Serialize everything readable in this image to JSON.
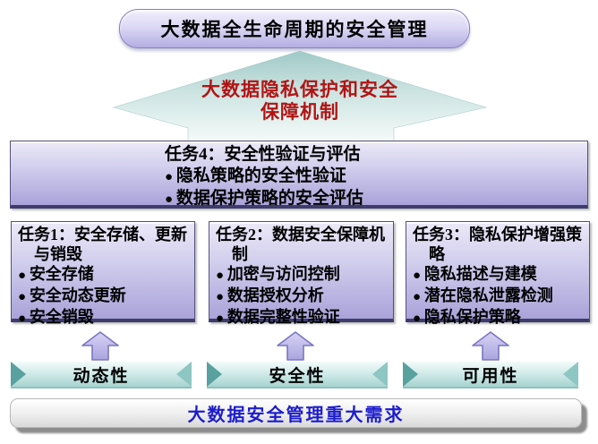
{
  "diagram": {
    "top_box": {
      "label": "大数据全生命周期的安全管理"
    },
    "big_arrow": {
      "line1": "大数据隐私保护和安全",
      "line2": "保障机制"
    },
    "task4": {
      "title": "任务4：安全性验证与评估",
      "bullets": [
        "隐私策略的安全性验证",
        "数据保护策略的安全评估"
      ]
    },
    "tasks": [
      {
        "title": "任务1：安全存储、更新与销毁",
        "bullets": [
          "安全存储",
          "安全动态更新",
          "安全销毁"
        ]
      },
      {
        "title": "任务2：数据安全保障机制",
        "bullets": [
          "加密与访问控制",
          "数据授权分析",
          "数据完整性验证"
        ]
      },
      {
        "title": "任务3：隐私保护增强策略",
        "bullets": [
          "隐私描述与建模",
          "潜在隐私泄露检测",
          "隐私保护策略"
        ]
      }
    ],
    "needs": [
      {
        "label": "动态性"
      },
      {
        "label": "安全性"
      },
      {
        "label": "可用性"
      }
    ],
    "bottom_bar": {
      "label": "大数据安全管理重大需求"
    },
    "colors": {
      "accent_red_text": "#b11414",
      "accent_blue_text": "#1c1ccd",
      "panel_purple": "#a9a3d9",
      "panel_border": "#3f3c6d",
      "arrow_teal": "#a8d0ce",
      "need_bar_teal": "#a6d3d0",
      "small_arrow_lavender": "#bcb8e8"
    }
  }
}
